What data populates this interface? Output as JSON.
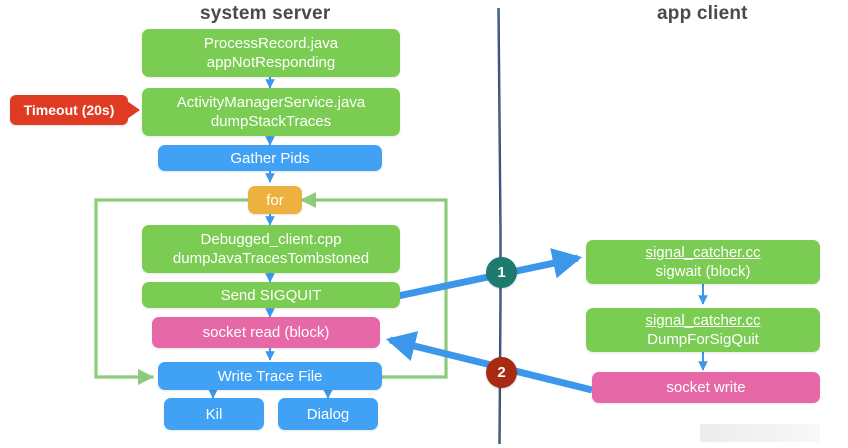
{
  "columns": {
    "left_title": "system server",
    "right_title": "app client"
  },
  "callout": {
    "label": "Timeout (20s)",
    "color": "#DF3A22"
  },
  "palette": {
    "green": "#7ACC52",
    "blue": "#41A1F5",
    "pink": "#E668A7",
    "amber": "#EDB140",
    "red": "#DF3A22",
    "badge1": "#1E7A6E",
    "badge2": "#A82A12",
    "loop_green": "#8CCB7B",
    "arrow_blue": "#3C97EA",
    "divider": "#1F3A5F",
    "title_gray": "#4A4A4A"
  },
  "server_nodes": [
    {
      "id": "process-record",
      "line1": "ProcessRecord.java",
      "line2": "appNotResponding",
      "color": "green"
    },
    {
      "id": "ams",
      "line1": "ActivityManagerService.java",
      "line2": "dumpStackTraces",
      "color": "green"
    },
    {
      "id": "gather-pids",
      "line1": "Gather Pids",
      "line2": "",
      "color": "blue"
    },
    {
      "id": "for-loop",
      "line1": "for",
      "line2": "",
      "color": "amber"
    },
    {
      "id": "debugged-client",
      "line1": "Debugged_client.cpp",
      "line2": "dumpJavaTracesTombstoned",
      "color": "green"
    },
    {
      "id": "send-sigquit",
      "line1": "Send SIGQUIT",
      "line2": "",
      "color": "green"
    },
    {
      "id": "socket-read",
      "line1": "socket read  (block)",
      "line2": "",
      "color": "pink"
    },
    {
      "id": "write-trace-file",
      "line1": "Write Trace File",
      "line2": "",
      "color": "blue"
    },
    {
      "id": "kill",
      "line1": "Kil",
      "line2": "",
      "color": "blue"
    },
    {
      "id": "dialog",
      "line1": "Dialog",
      "line2": "",
      "color": "blue"
    }
  ],
  "client_nodes": [
    {
      "id": "sigwait",
      "line1": "signal_catcher.cc",
      "line2": "sigwait  (block)",
      "color": "green"
    },
    {
      "id": "dump-for-sigquit",
      "line1": "signal_catcher.cc",
      "line2": "DumpForSigQuit",
      "color": "green"
    },
    {
      "id": "socket-write",
      "line1": "socket write",
      "line2": "",
      "color": "pink"
    }
  ],
  "badges": [
    {
      "id": "badge-1",
      "label": "1"
    },
    {
      "id": "badge-2",
      "label": "2"
    }
  ]
}
